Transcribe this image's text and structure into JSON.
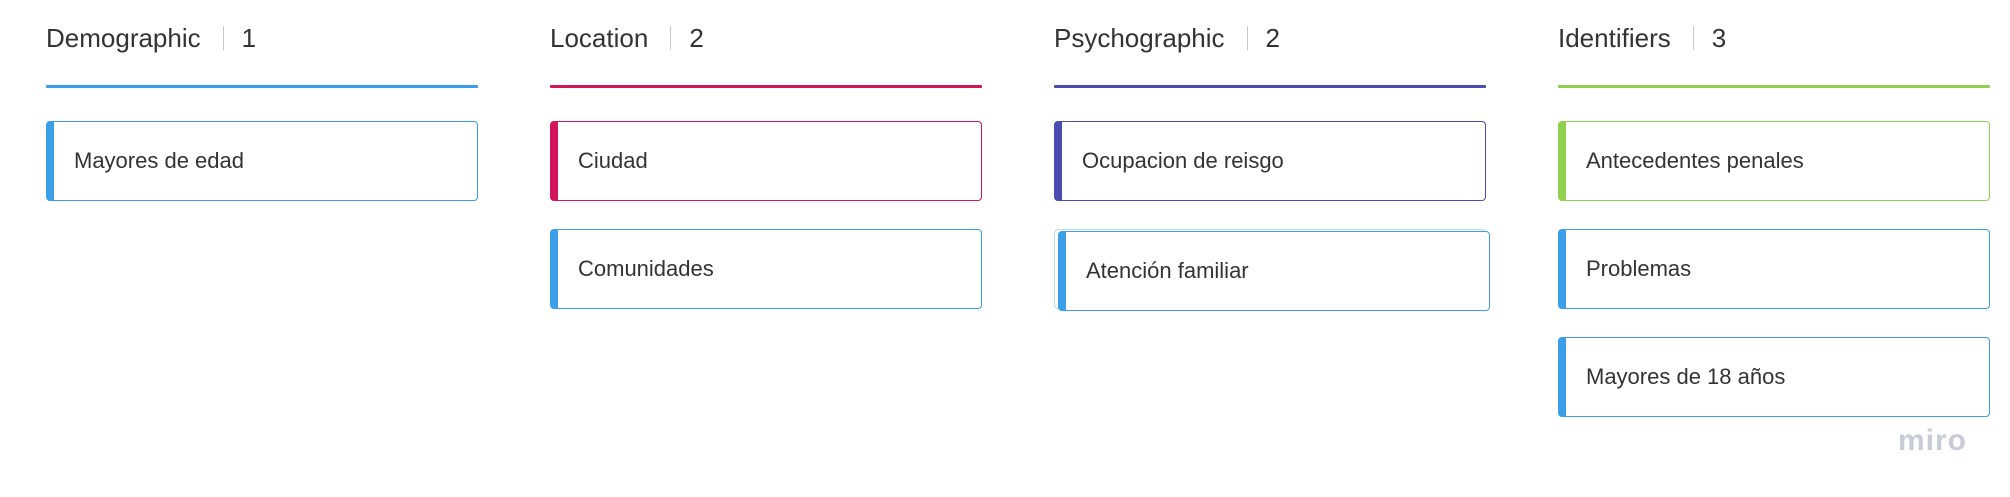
{
  "columns": [
    {
      "title": "Demographic",
      "count": "1",
      "color": "#3a9ee8",
      "cards": [
        {
          "label": "Mayores de edad",
          "color": "#3a9ee8"
        }
      ]
    },
    {
      "title": "Location",
      "count": "2",
      "color": "#d2145a",
      "cards": [
        {
          "label": "Ciudad",
          "color": "#d2145a"
        },
        {
          "label": "Comunidades",
          "color": "#3a9ee8"
        }
      ]
    },
    {
      "title": "Psychographic",
      "count": "2",
      "color": "#4b4cb0",
      "cards": [
        {
          "label": "Ocupacion de reisgo",
          "color": "#4b4cb0"
        },
        {
          "label": "Atención familiar",
          "color": "#3a9ee8"
        }
      ]
    },
    {
      "title": "Identifiers",
      "count": "3",
      "color": "#8fd14f",
      "cards": [
        {
          "label": "Antecedentes penales",
          "color": "#8fd14f"
        },
        {
          "label": "Problemas",
          "color": "#3a9ee8"
        },
        {
          "label": "Mayores de 18 años",
          "color": "#3a9ee8"
        }
      ]
    }
  ],
  "branding": {
    "logo_text": "miro"
  }
}
